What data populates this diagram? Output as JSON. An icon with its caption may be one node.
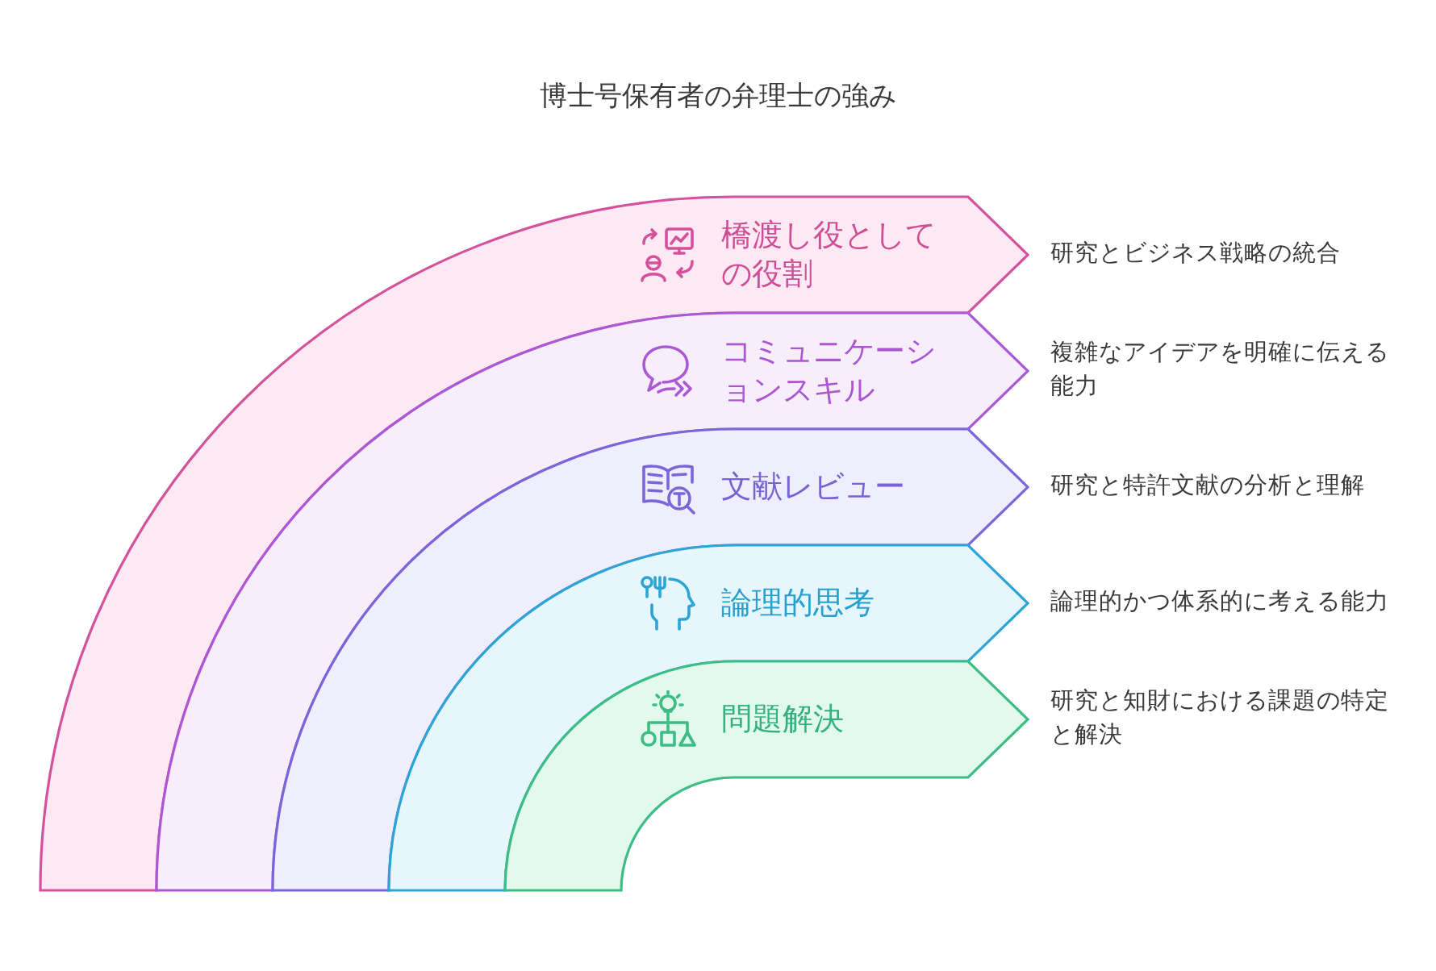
{
  "diagram": {
    "title": "博士号保有者の弁理士の強み",
    "nodes": [
      {
        "text": [
          "橋渡し役としての役割"
        ],
        "beside": [
          "研究とビジネス戦略の統合"
        ]
      },
      {
        "text": [
          "コミュニケーションスキル"
        ],
        "beside": [
          "複雑なアイデアを明確に伝える能力"
        ]
      },
      {
        "text": [
          "文献レビュー"
        ],
        "beside": [
          "研究と特許文献の分析と理解"
        ]
      },
      {
        "text": [
          "論理的思考"
        ],
        "beside": [
          "論理的かつ体系的に考える能力"
        ]
      },
      {
        "text": [
          "問題解決"
        ],
        "beside": [
          "研究と知財における課題の特定と解決"
        ]
      }
    ]
  }
}
